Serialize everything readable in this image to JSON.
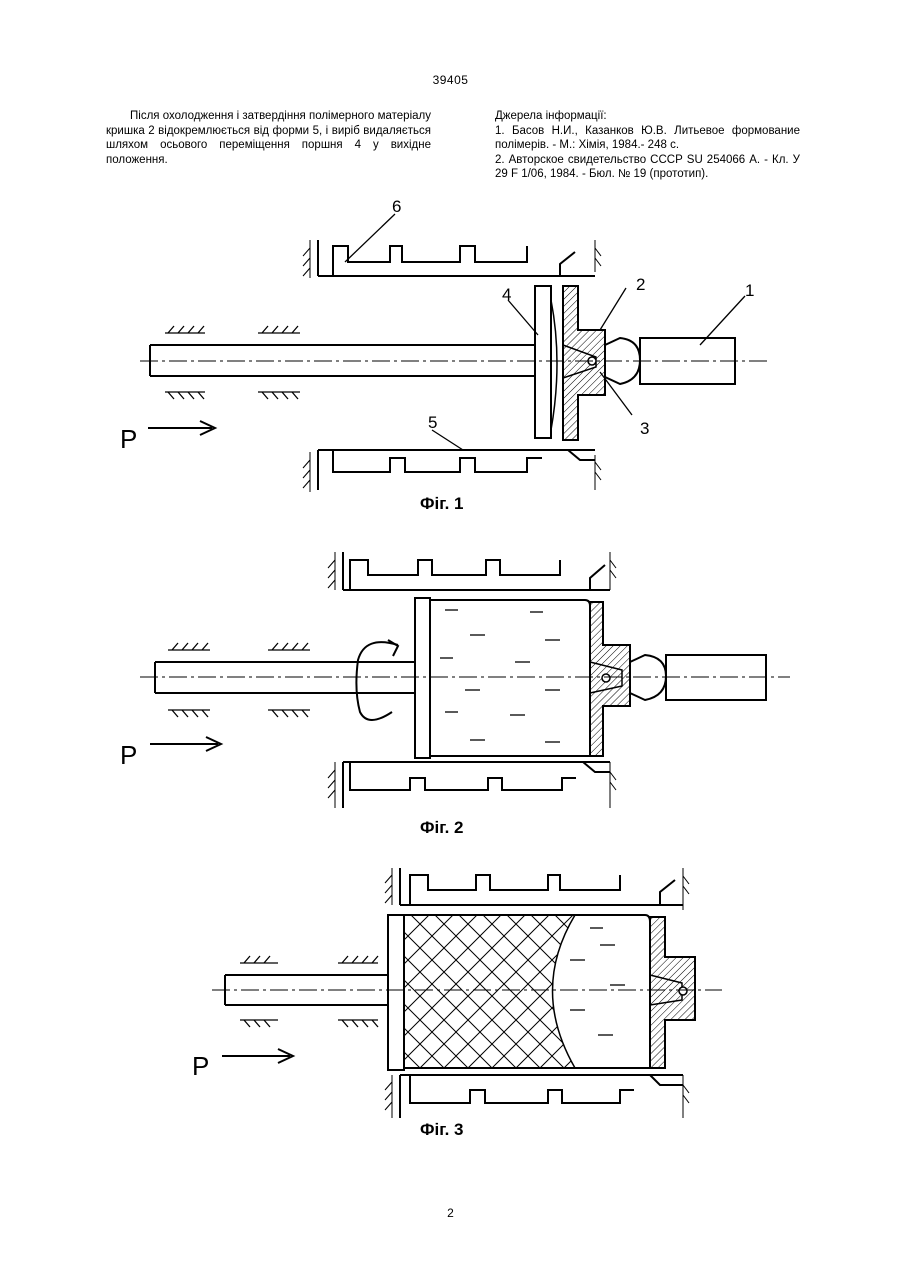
{
  "header": {
    "patent_number": "39405"
  },
  "left_column": {
    "paragraph": "Після охолодження і затвердіння полімерного матеріалу кришка 2 відокремлюється від форми 5, і виріб видаляється шляхом осьового переміщення поршня 4 у вихідне положення."
  },
  "right_column": {
    "heading": "Джерела інформації:",
    "references": [
      "1. Басов Н.И., Казанков Ю.В. Литьевое формование полімерів. - М.: Хімія, 1984.- 248 с.",
      "2. Авторское свидетельство СССР SU 254066 А. - Кл. У 29 F 1/06, 1984. - Бюл. № 19 (прототип)."
    ]
  },
  "figures": [
    {
      "caption": "Фіг. 1",
      "force_label": "P",
      "part_labels": [
        "6",
        "4",
        "2",
        "1",
        "5",
        "3"
      ]
    },
    {
      "caption": "Фіг. 2",
      "force_label": "P"
    },
    {
      "caption": "Фіг. 3",
      "force_label": "P"
    }
  ],
  "footer": {
    "page_number": "2"
  }
}
